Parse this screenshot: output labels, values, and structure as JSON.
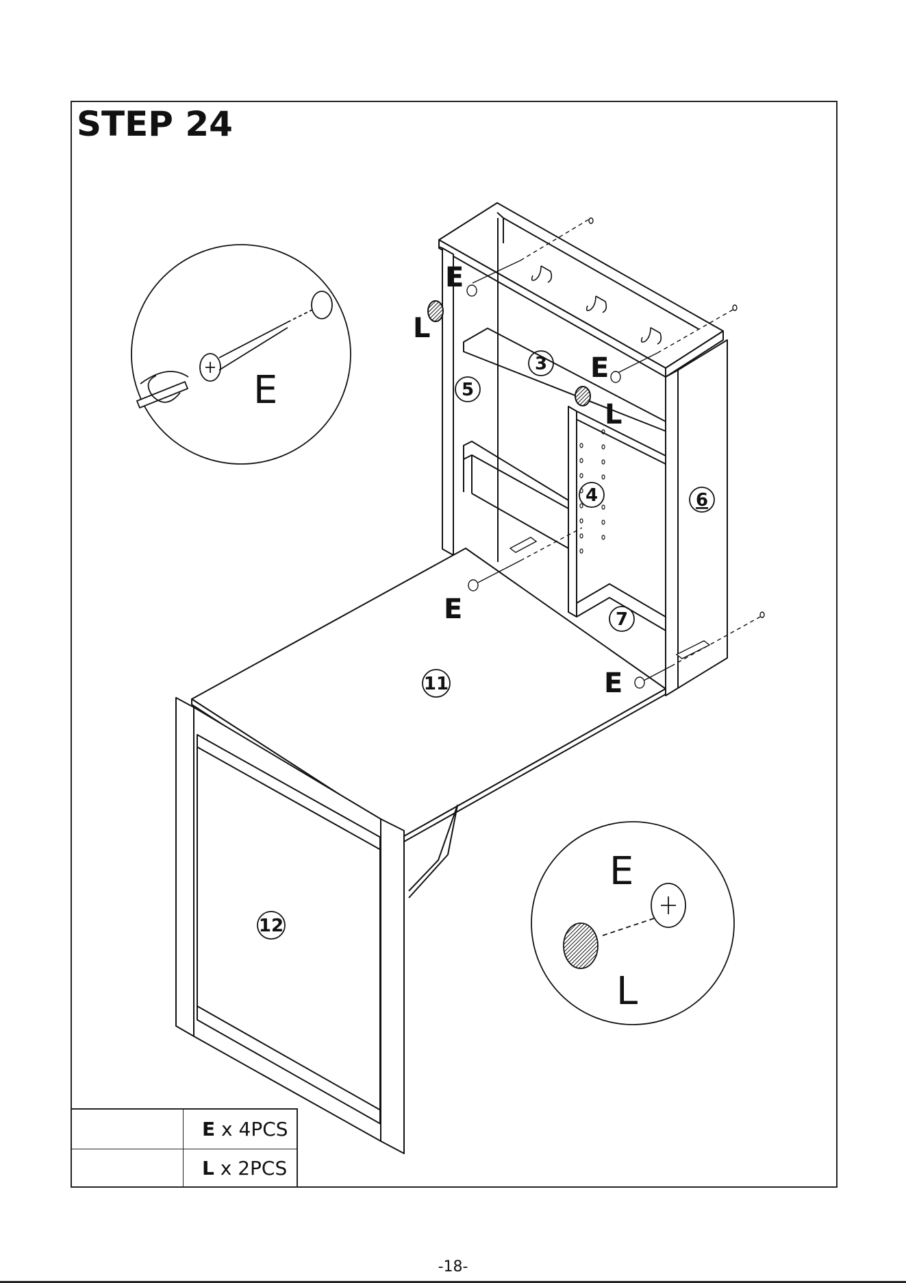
{
  "step": {
    "title": "STEP 24"
  },
  "parts": {
    "p3": "3",
    "p4": "4",
    "p5": "5",
    "p6": "6",
    "p7": "7",
    "p11": "11",
    "p12": "12"
  },
  "hardware": {
    "screw_letter": "E",
    "plug_letter": "L"
  },
  "legend": {
    "rows": [
      {
        "letter": "E",
        "quantity": "x 4PCS",
        "icon": "screw-icon"
      },
      {
        "letter": "L",
        "quantity": "x 2PCS",
        "icon": "plug-icon"
      }
    ]
  },
  "footer": {
    "page_number": "-18-"
  },
  "colors": {
    "ink": "#111111",
    "paper": "#ffffff",
    "plug_fill": "#555555"
  }
}
